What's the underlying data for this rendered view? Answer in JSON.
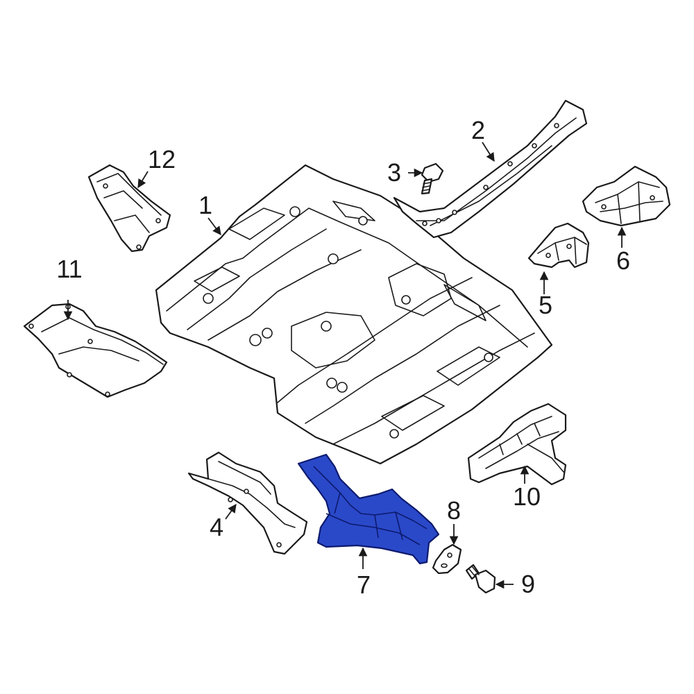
{
  "diagram": {
    "highlight_color": "#2a49c9",
    "line_color": "#1a1a1a",
    "background": "#ffffff",
    "callouts": [
      {
        "id": "1",
        "label": "1"
      },
      {
        "id": "2",
        "label": "2"
      },
      {
        "id": "3",
        "label": "3"
      },
      {
        "id": "4",
        "label": "4"
      },
      {
        "id": "5",
        "label": "5"
      },
      {
        "id": "6",
        "label": "6"
      },
      {
        "id": "7",
        "label": "7"
      },
      {
        "id": "8",
        "label": "8"
      },
      {
        "id": "9",
        "label": "9"
      },
      {
        "id": "10",
        "label": "10"
      },
      {
        "id": "11",
        "label": "11"
      },
      {
        "id": "12",
        "label": "12"
      }
    ],
    "highlighted_part": "7"
  }
}
